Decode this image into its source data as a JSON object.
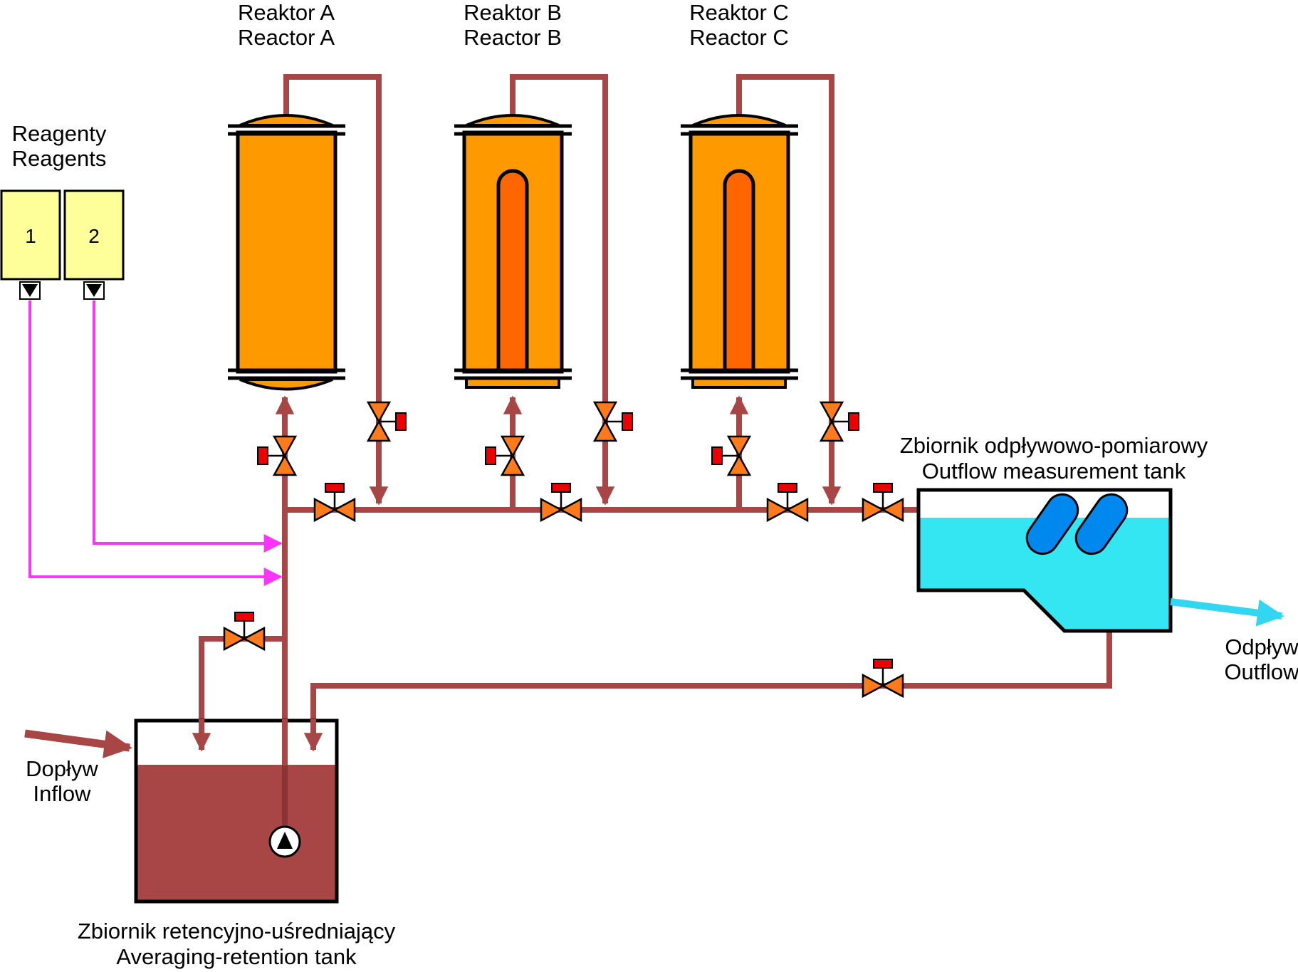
{
  "reactors": [
    {
      "label_pl": "Reaktor A",
      "label_en": "Reactor A"
    },
    {
      "label_pl": "Reaktor B",
      "label_en": "Reactor B"
    },
    {
      "label_pl": "Reaktor C",
      "label_en": "Reactor C"
    }
  ],
  "reagents": {
    "label_pl": "Reagenty",
    "label_en": "Reagents",
    "tanks": [
      "1",
      "2"
    ]
  },
  "outflow_tank": {
    "label_pl": "Zbiornik odpływowo-pomiarowy",
    "label_en": "Outflow measurement tank"
  },
  "outflow": {
    "label_pl": "Odpływ",
    "label_en": "Outflow"
  },
  "inflow": {
    "label_pl": "Dopływ",
    "label_en": "Inflow"
  },
  "retention_tank": {
    "label_pl": "Zbiornik retencyjno-uśredniający",
    "label_en": "Averaging-retention tank"
  },
  "colors": {
    "pipe": "#A84545",
    "reagent_line": "#FF33FF",
    "reactor_body": "#FF9900",
    "reactor_inner": "#FF6600",
    "valve": "#FF7A1A",
    "valve_handle": "#EE0000",
    "reagent_tank": "#FFFF99",
    "outflow_water": "#33E6F2",
    "outflow_arrow": "#33D6F0",
    "blue_element": "#0088EE",
    "retention_liquid": "#A84545"
  }
}
